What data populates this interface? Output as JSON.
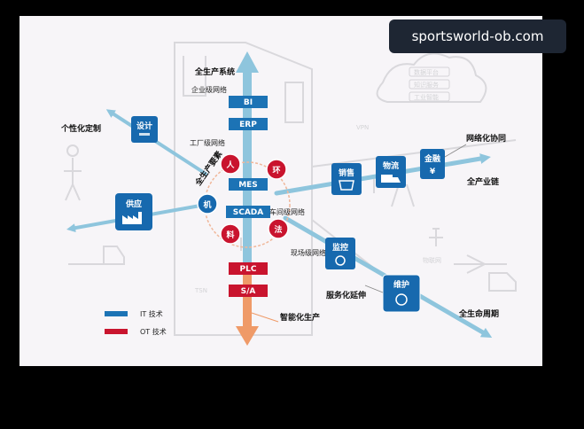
{
  "watermark": {
    "text": "sportsworld-ob.com"
  },
  "caption": {
    "text": ""
  },
  "diagram": {
    "center_stack": {
      "top_label": "全生产系统",
      "enterprise_level": "企业级网络",
      "factory_level": "工厂级网络",
      "workshop_level": "车间级网络",
      "field_level": "现场级网络",
      "smart_production": "智能化生产",
      "boxes": [
        "BI",
        "ERP",
        "MES",
        "SCADA",
        "PLC",
        "S/A"
      ],
      "ring_label": "全生产要素",
      "elements": [
        "人",
        "机",
        "料",
        "环",
        "法"
      ]
    },
    "nodes": {
      "design": "设计",
      "supply": "供应",
      "sales": "销售",
      "logistics": "物流",
      "finance": "金融",
      "monitor": "监控",
      "maintain": "维护"
    },
    "labels": {
      "personalized": "个性化定制",
      "networked": "网络化协同",
      "industry_chain": "全产业链",
      "service": "服务化延伸",
      "lifecycle": "全生命周期"
    },
    "background_text": {
      "vpn": "VPN",
      "iot": "物联网",
      "tsn": "TSN",
      "cloud": [
        "数据平台",
        "知识服务",
        "工业智能"
      ]
    },
    "legend": {
      "it": "IT 技术",
      "ot": "OT 技术"
    }
  },
  "colors": {
    "arrow": "#8ec5dd",
    "node_blue": "#1769ae",
    "it_blue": "#1c73b5",
    "ot_red": "#c9142e",
    "orange": "#ef9a68"
  }
}
